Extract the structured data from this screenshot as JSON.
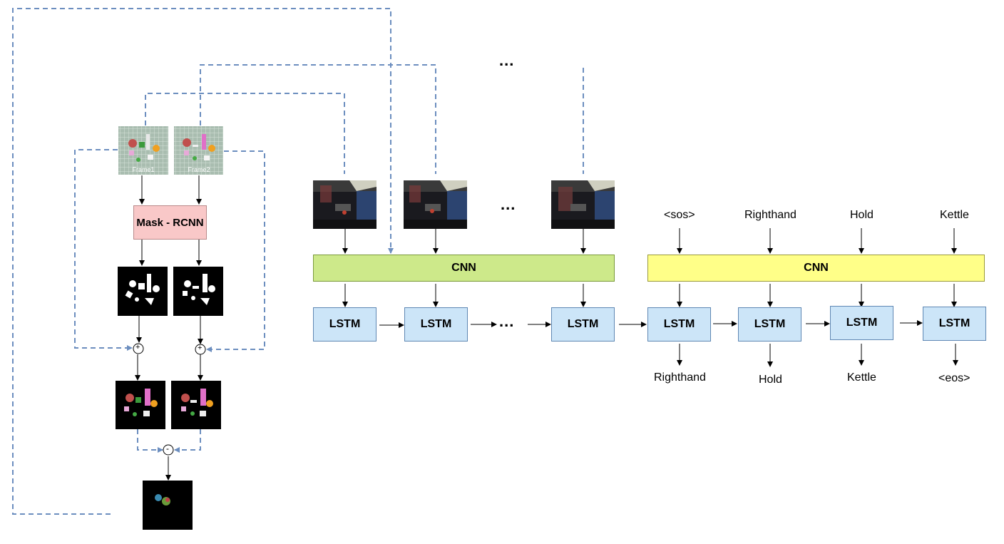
{
  "mask_rcnn": {
    "label": "Mask - RCNN"
  },
  "frames": {
    "frame1": "Frame1",
    "frame2": "Frame2"
  },
  "ops": {
    "plus": "+",
    "minus": "-"
  },
  "cnn_video": {
    "label": "CNN"
  },
  "cnn_text": {
    "label": "CNN"
  },
  "lstm_label": "LSTM",
  "ellipsis": "...",
  "decoder_inputs": [
    "<sos>",
    "Righthand",
    "Hold",
    "Kettle"
  ],
  "decoder_outputs": [
    "Righthand",
    "Hold",
    "Kettle",
    "<eos>"
  ],
  "colors": {
    "dashed": "#6c8ebf",
    "lstm_fill": "#cce5f8",
    "cnn_video_fill": "#cde98a",
    "cnn_text_fill": "#ffff88",
    "mask_fill": "#f9c8c8"
  }
}
